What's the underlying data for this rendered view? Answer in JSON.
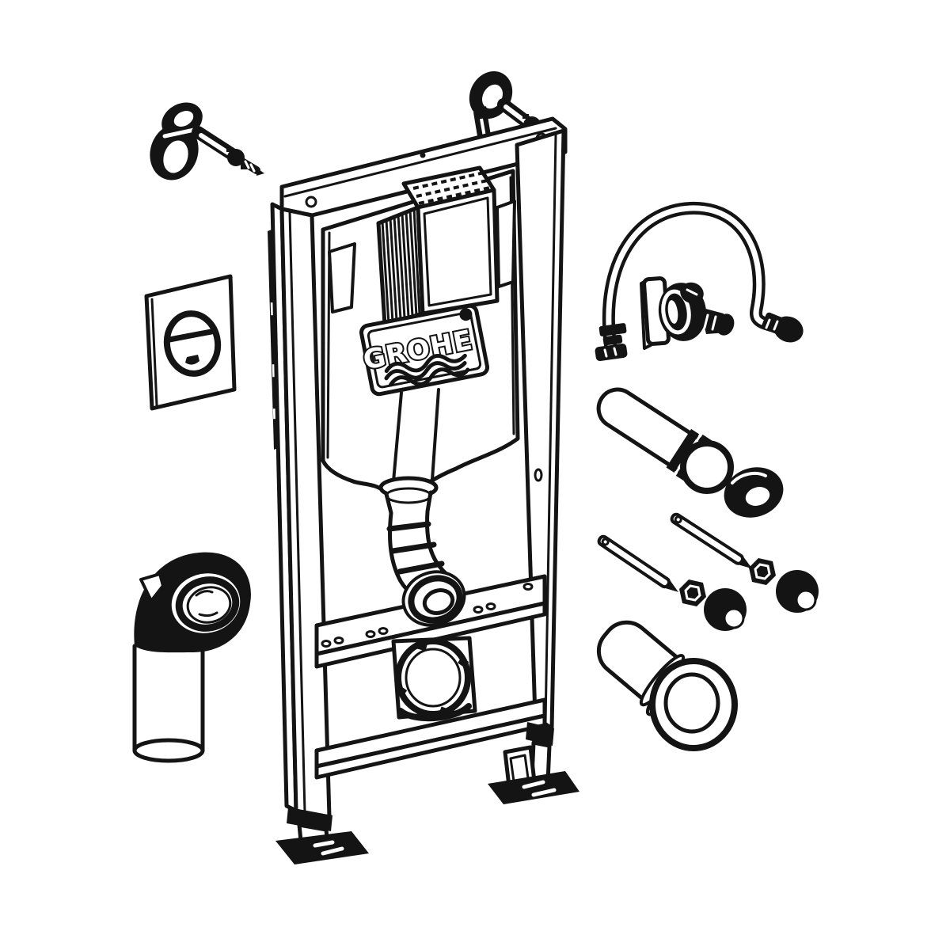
{
  "page": {
    "background": "#ffffff",
    "line_color": "#141414",
    "kind": "exploded-parts-line-drawing"
  },
  "brand": {
    "logo_text": "GROHE"
  },
  "diagram": {
    "subject": "wall-hung WC concealed cistern installation frame with fittings",
    "parts": [
      "wall-anchor-left",
      "wall-anchor-top",
      "actuation-plate",
      "installation-frame",
      "concealed-cistern",
      "inspection-shaft",
      "grohe-badge",
      "flush-bend",
      "toilet-mounting-rail",
      "drain-bracket",
      "frame-feet",
      "water-supply-hose",
      "angle-valve",
      "flush-pipe",
      "seal-ring",
      "threaded-rod",
      "threaded-rod",
      "hex-nut",
      "hex-nut",
      "cover-cap",
      "cover-cap",
      "pan-connection-sleeve",
      "drain-elbow"
    ]
  }
}
